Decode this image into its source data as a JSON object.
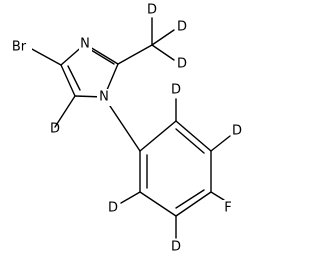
{
  "molecule": {
    "atoms": {
      "br": "Br",
      "n3": "N",
      "n1": "N",
      "f": "F",
      "h5": "D",
      "me_d1": "D",
      "me_d2": "D",
      "me_d3": "D",
      "ph_d2": "D",
      "ph_d3": "D",
      "ph_d5": "D",
      "ph_d6": "D"
    }
  }
}
